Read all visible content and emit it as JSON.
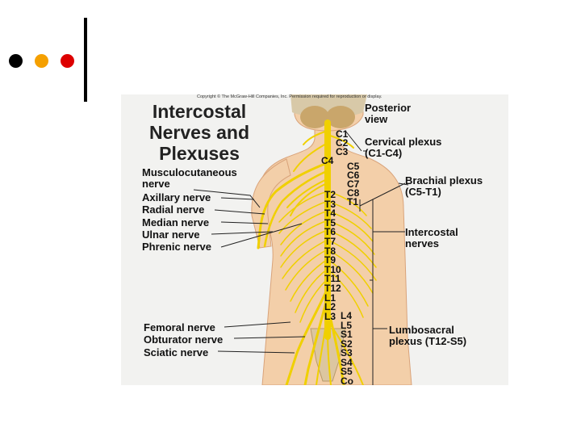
{
  "slide": {
    "bullet_colors": [
      "#000000",
      "#f5a000",
      "#dd0000"
    ]
  },
  "figure": {
    "copyright": "Copyright © The McGraw-Hill Companies, Inc. Permission required for reproduction or display.",
    "title_lines": [
      "Intercostal",
      "Nerves and",
      "Plexuses"
    ],
    "view_label": [
      "Posterior",
      "view"
    ],
    "left_labels": {
      "musculocutaneous": [
        "Musculocutaneous",
        "nerve"
      ],
      "axillary": "Axillary nerve",
      "radial": "Radial nerve",
      "median": "Median nerve",
      "ulnar": "Ulnar nerve",
      "phrenic": "Phrenic nerve",
      "femoral": "Femoral nerve",
      "obturator": "Obturator nerve",
      "sciatic": "Sciatic nerve"
    },
    "right_labels": {
      "cervical": [
        "Cervical plexus",
        "(C1-C4)"
      ],
      "brachial": [
        "Brachial plexus",
        "(C5-T1)"
      ],
      "intercostal": [
        "Intercostal",
        "nerves"
      ],
      "lumbosacral": [
        "Lumbosacral",
        "plexus (T12-S5)"
      ]
    },
    "segments_a": [
      "C1",
      "C2",
      "C3",
      "C4"
    ],
    "segments_b": [
      "C5",
      "C6",
      "C7",
      "C8",
      "T1"
    ],
    "segments_c": [
      "T2",
      "T3",
      "T4",
      "T5",
      "T6",
      "T7",
      "T8",
      "T9",
      "T10",
      "T11",
      "T12",
      "L1",
      "L2",
      "L3"
    ],
    "segments_d": [
      "L4",
      "L5",
      "S1",
      "S2",
      "S3",
      "S4",
      "S5",
      "Co"
    ],
    "nerve_color": "#f0d000",
    "skin_color": "#f3cfa9"
  }
}
